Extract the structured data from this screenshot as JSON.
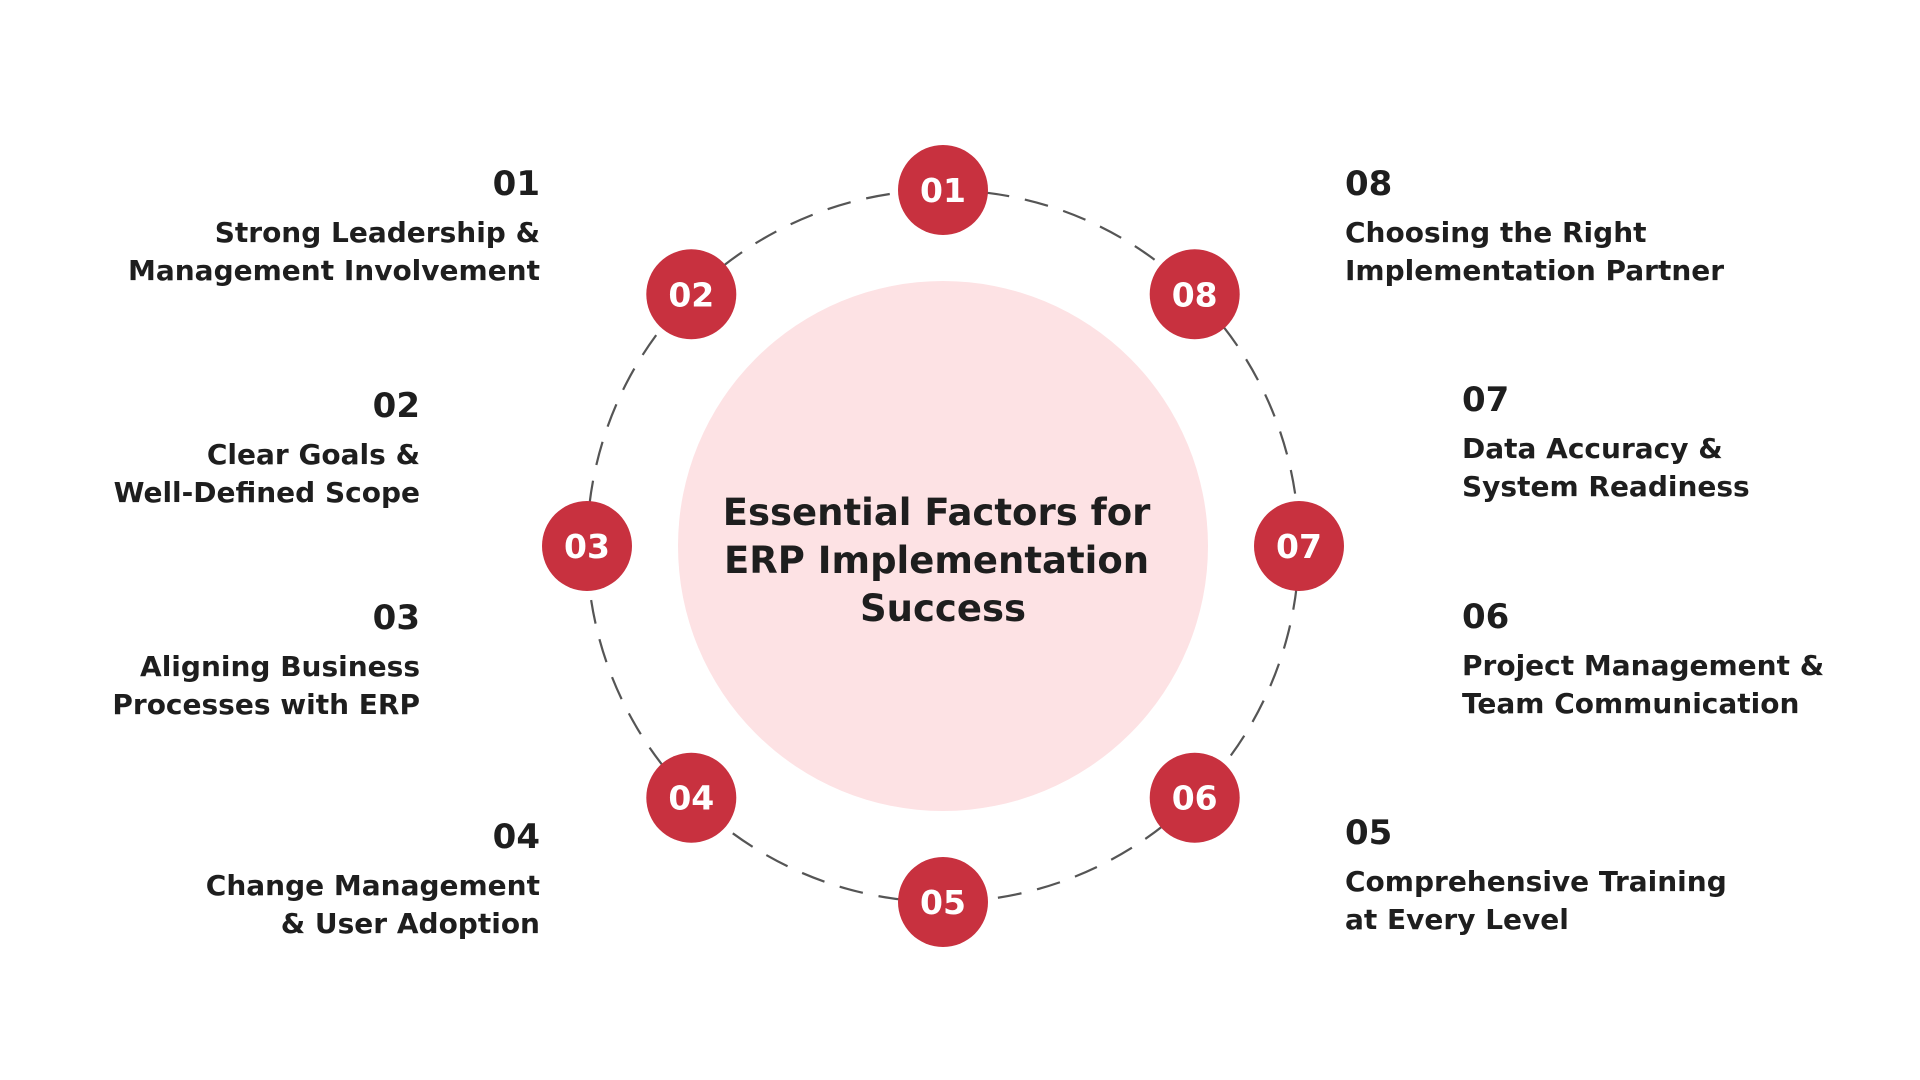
{
  "center": {
    "lines": [
      "Essential Factors for",
      "ERP Implementation",
      "Success"
    ],
    "fill_color": "#fde2e4"
  },
  "colors": {
    "accent": "#c8313f",
    "ring": "#555555",
    "text": "#1e1e1e"
  },
  "nodes": [
    {
      "num": "01",
      "title": [
        "Strong Leadership &",
        "Management Involvement"
      ]
    },
    {
      "num": "02",
      "title": [
        "Clear Goals &",
        "Well-Defined Scope"
      ]
    },
    {
      "num": "03",
      "title": [
        "Aligning Business",
        "Processes with ERP"
      ]
    },
    {
      "num": "04",
      "title": [
        "Change Management",
        "& User Adoption"
      ]
    },
    {
      "num": "05",
      "title": [
        "Comprehensive Training",
        "at Every Level"
      ]
    },
    {
      "num": "06",
      "title": [
        "Project Management &",
        "Team Communication"
      ]
    },
    {
      "num": "07",
      "title": [
        "Data Accuracy &",
        "System Readiness"
      ]
    },
    {
      "num": "08",
      "title": [
        "Choosing the Right",
        "Implementation Partner"
      ]
    }
  ]
}
